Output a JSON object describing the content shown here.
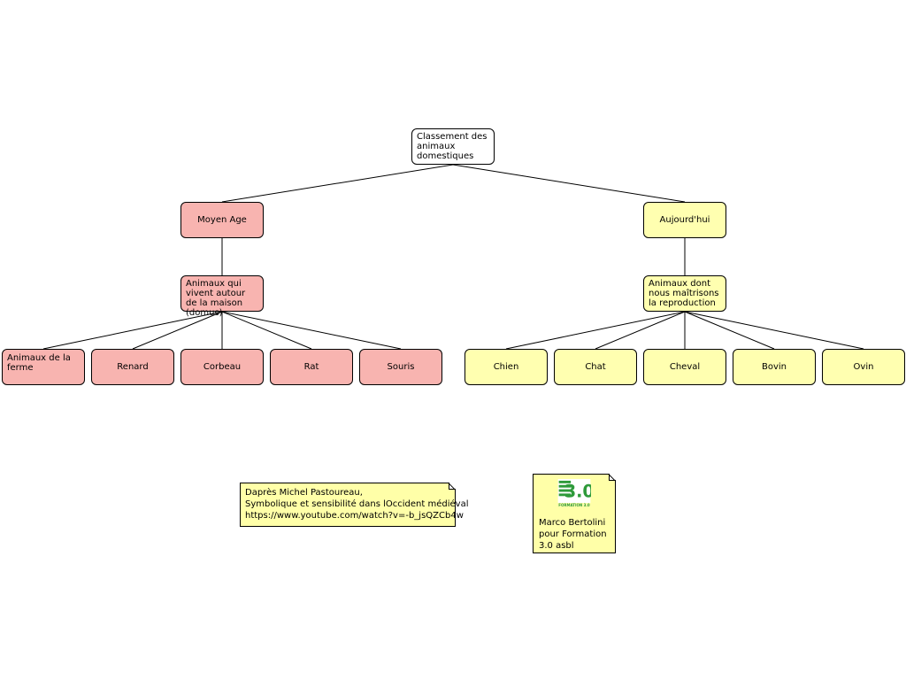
{
  "diagram": {
    "root": "Classement des animaux domestiques",
    "branches": [
      {
        "label": "Moyen Age",
        "group": "Animaux qui vivent autour de la maison (domus)",
        "leaves": [
          "Animaux de la ferme",
          "Renard",
          "Corbeau",
          "Rat",
          "Souris"
        ]
      },
      {
        "label": "Aujourd'hui",
        "group": "Animaux dont nous maîtrisons la reproduction",
        "leaves": [
          "Chien",
          "Chat",
          "Cheval",
          "Bovin",
          "Ovin"
        ]
      }
    ]
  },
  "notes": {
    "source": {
      "line1": "Daprès Michel Pastoureau,",
      "line2": "Symbolique et sensibilité dans lOccident médiéval",
      "line3": "https://www.youtube.com/watch?v=-b_jsQZCb4w"
    },
    "author": {
      "logo_text": "FORMATION 3.0",
      "line1": "Marco Bertolini",
      "line2": "pour Formation",
      "line3": "3.0 asbl"
    }
  },
  "colors": {
    "medieval": "#f8b4b0",
    "today": "#ffffb0",
    "note": "#ffffa8",
    "logo_green": "#2e9a3a"
  }
}
